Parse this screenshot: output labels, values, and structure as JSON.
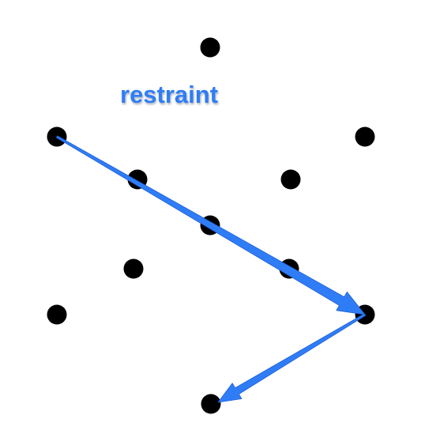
{
  "label": {
    "text": "restraint"
  },
  "colors": {
    "dot": "#000000",
    "arrow": "#2f7df6",
    "arrow_outline": "#1f5fd6",
    "label": "#2f7df6",
    "label_shadow": "#bfc6d2"
  },
  "dots": [
    {
      "id": "top"
    },
    {
      "id": "left-upper"
    },
    {
      "id": "right-upper"
    },
    {
      "id": "inner-upper-left"
    },
    {
      "id": "inner-upper-right"
    },
    {
      "id": "center"
    },
    {
      "id": "inner-lower-left"
    },
    {
      "id": "inner-lower-right"
    },
    {
      "id": "left-lower"
    },
    {
      "id": "right-lower"
    },
    {
      "id": "bottom"
    }
  ],
  "arrows": [
    {
      "id": "arrow-long",
      "from": "left-upper",
      "to": "right-lower"
    },
    {
      "id": "arrow-short",
      "from": "right-lower",
      "to": "bottom"
    }
  ]
}
